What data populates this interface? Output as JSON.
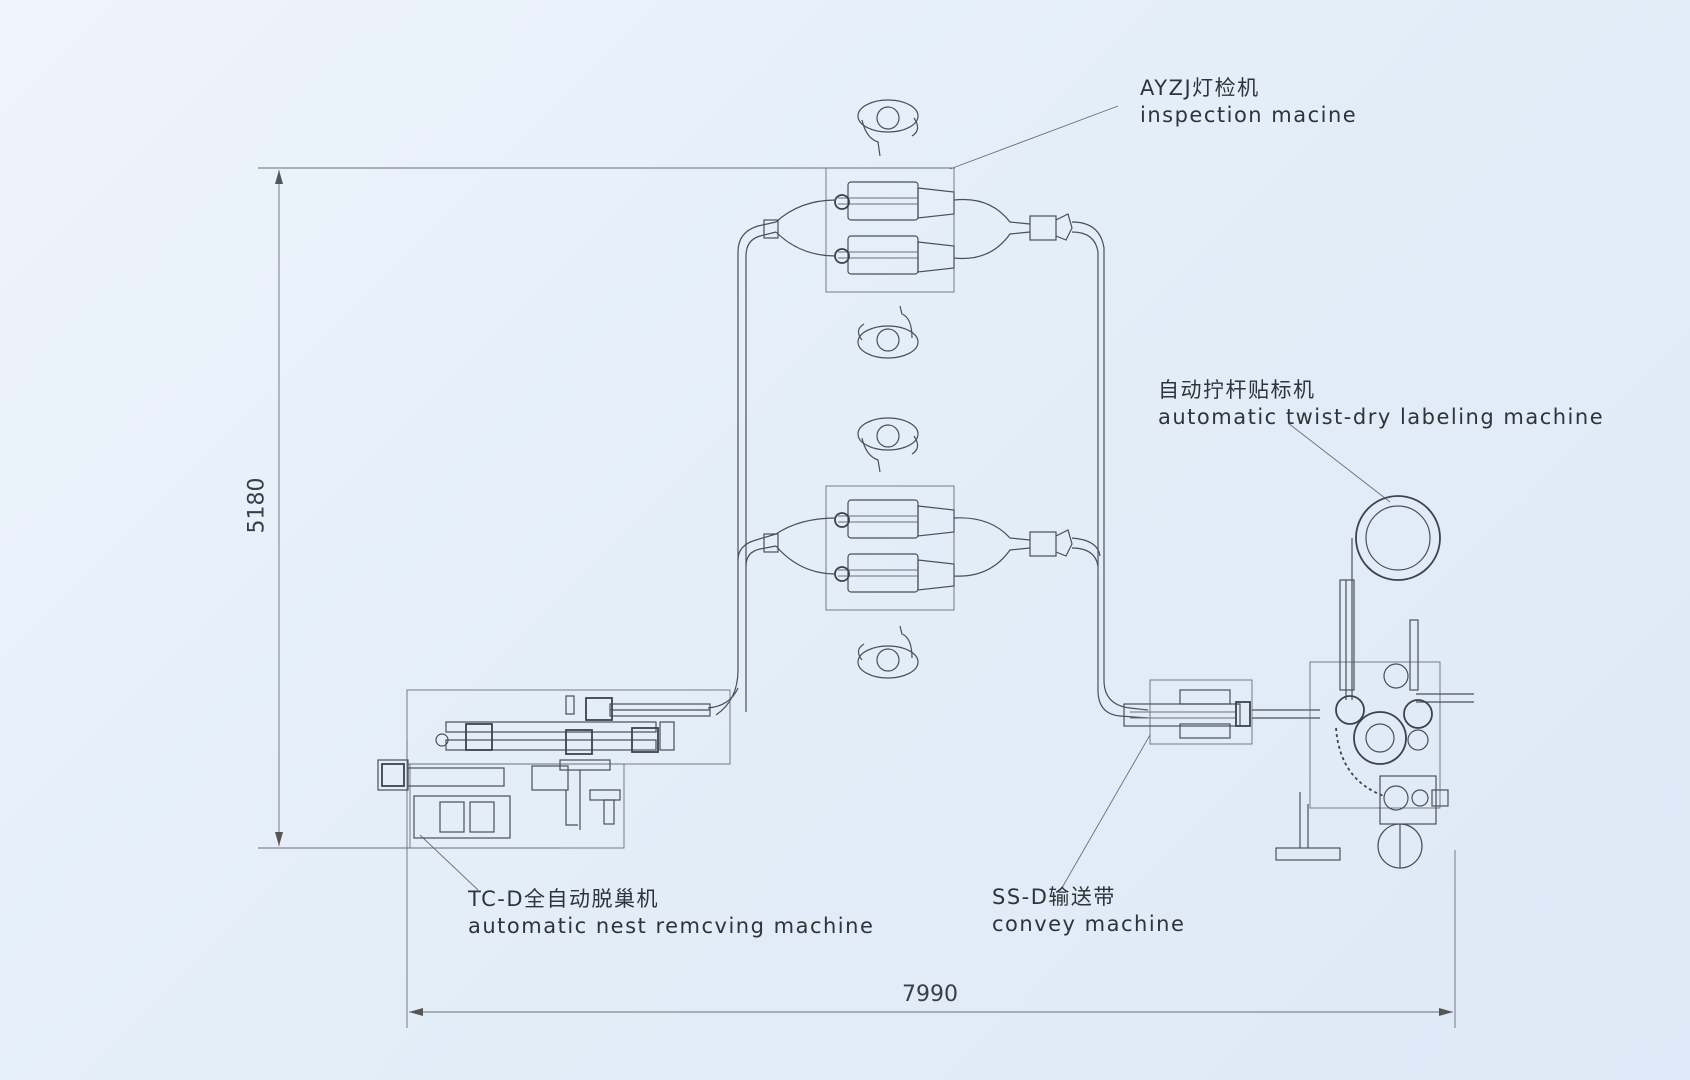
{
  "labels": {
    "inspection": {
      "cn": "AYZJ灯检机",
      "en": "inspection macine"
    },
    "labeling": {
      "cn": "自动拧杆贴标机",
      "en": "automatic twist-dry labeling machine"
    },
    "nest": {
      "cn": "TC-D全自动脱巢机",
      "en": "automatic nest remcving machine"
    },
    "convey": {
      "cn": "SS-D输送带",
      "en": "convey machine"
    }
  },
  "dimensions": {
    "height": "5180",
    "width": "7990"
  }
}
